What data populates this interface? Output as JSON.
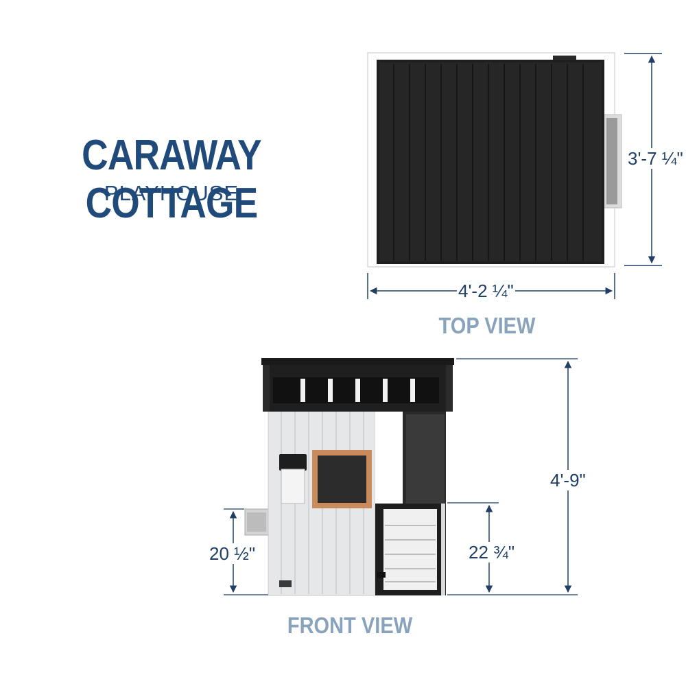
{
  "header": {
    "title": "CARAWAY COTTAGE",
    "subtitle": "PLAYHOUSE"
  },
  "views": {
    "top_label": "TOP VIEW",
    "front_label": "FRONT VIEW"
  },
  "dimensions": {
    "top_width": "4'-2 ¼\"",
    "top_depth": "3'-7 ¼\"",
    "front_height": "4'-9\"",
    "side_bench_height": "20 ½\"",
    "gate_height": "22 ¾\""
  },
  "colors": {
    "title": "#1f4a7a",
    "view_label": "#8aa3bd",
    "dimension_line": "#1f3f66",
    "roof": "#1e1e1e",
    "wall": "#e6e7e9",
    "chalkboard_frame": "#c98a5c"
  }
}
